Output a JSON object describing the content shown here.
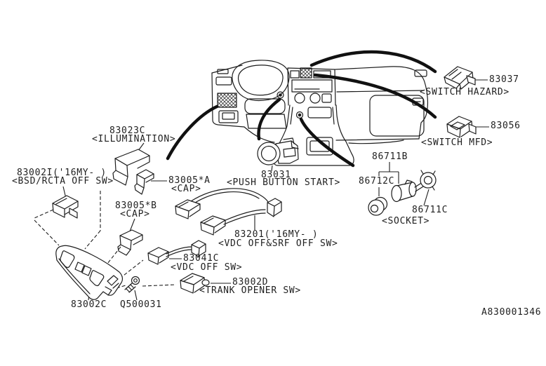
{
  "diagram": {
    "bg_color": "#ffffff",
    "ink_color": "#1c1c1c",
    "drawing_number": "A830001346",
    "captions": {
      "socket": "<SOCKET>"
    },
    "parts": {
      "illumination": {
        "number": "83023C",
        "caption": "<ILLUMINATION>"
      },
      "bsd_rcta_off_sw": {
        "number": "83002I('16MY- )",
        "caption": "<BSD/RCTA OFF SW>"
      },
      "cap_a": {
        "number": "83005*A",
        "caption": "<CAP>"
      },
      "cap_b": {
        "number": "83005*B",
        "caption": "<CAP>"
      },
      "push_button_start": {
        "number": "83031",
        "caption": "<PUSH BUTTON START>"
      },
      "switch_hazard": {
        "number": "83037",
        "caption": "<SWITCH HAZARD>"
      },
      "switch_mfd": {
        "number": "83056",
        "caption": "<SWITCH MFD>"
      },
      "socket_assy": {
        "number": "86711B"
      },
      "socket_body": {
        "number": "86712C"
      },
      "socket_ring": {
        "number": "86711C"
      },
      "vdc_srf_off_sw": {
        "number": "83201('16MY- )",
        "caption": "<VDC OFF&SRF OFF SW>"
      },
      "vdc_off_sw": {
        "number": "83041C",
        "caption": "<VDC OFF SW>"
      },
      "trunk_opener_sw": {
        "number": "83002D",
        "caption": "<TRANK OPENER SW>"
      },
      "lower_panel": {
        "number": "83002C"
      },
      "screw": {
        "number": "Q500031"
      }
    }
  }
}
